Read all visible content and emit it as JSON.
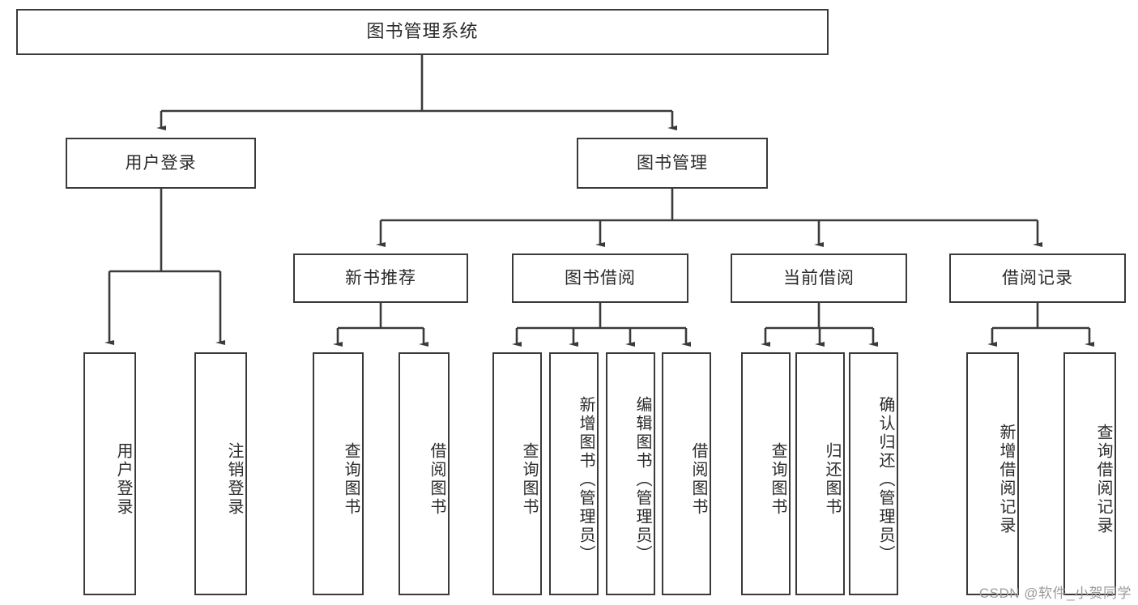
{
  "diagram": {
    "title": "图书管理系统",
    "type": "tree",
    "root": {
      "label": "图书管理系统"
    },
    "level2": [
      {
        "label": "用户登录"
      },
      {
        "label": "图书管理"
      }
    ],
    "level3": [
      {
        "label": "新书推荐"
      },
      {
        "label": "图书借阅"
      },
      {
        "label": "当前借阅"
      },
      {
        "label": "借阅记录"
      }
    ],
    "leaves": {
      "user_login": [
        "用户登录",
        "注销登录"
      ],
      "new_book": [
        "查询图书",
        "借阅图书"
      ],
      "book_borrow": [
        "查询图书",
        "新增图书（管理员）",
        "编辑图书（管理员）",
        "借阅图书"
      ],
      "current_borrow": [
        "查询图书",
        "归还图书",
        "确认归还（管理员）"
      ],
      "borrow_record": [
        "新增借阅记录",
        "查询借阅记录"
      ]
    },
    "watermark": "CSDN @软件_小贺同学",
    "colors": {
      "stroke": "#3a3a3a",
      "fill": "#ffffff",
      "text": "#2b2b2b",
      "watermark": "#9b9b9b"
    }
  }
}
